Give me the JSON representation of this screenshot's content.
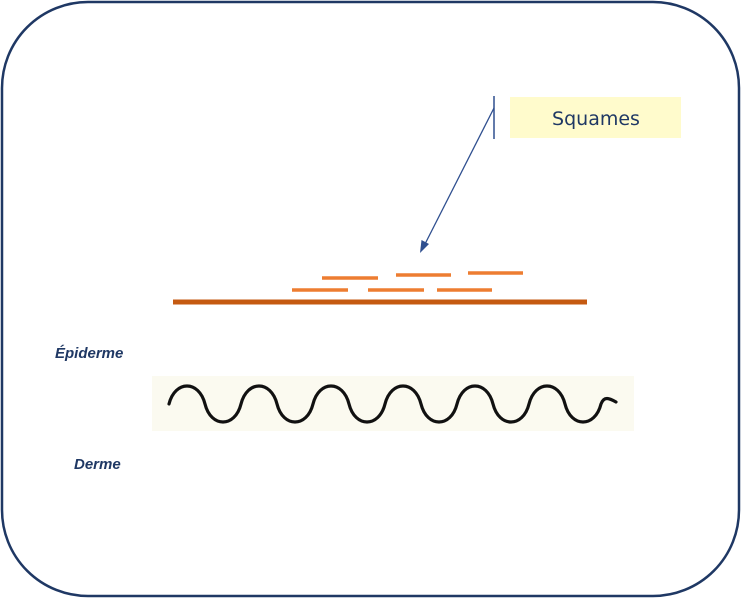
{
  "diagram": {
    "callout": {
      "label": "Squames",
      "box_color": "#FFFBCC",
      "text_color": "#1F3864"
    },
    "layers": {
      "epidermis_label": "Épiderme",
      "dermis_label": "Derme",
      "label_color": "#1F3864"
    },
    "colors": {
      "frame": "#1F3864",
      "arrow": "#2F4F8F",
      "scales": "#ED7D31",
      "epidermis_line": "#C55A11",
      "wave": "#111111",
      "wave_band": "#FBFAF0"
    }
  }
}
